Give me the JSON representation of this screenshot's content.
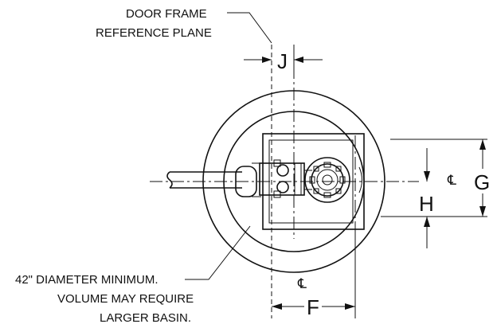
{
  "notes": {
    "door_frame_line1": "DOOR FRAME",
    "door_frame_line2": "REFERENCE PLANE",
    "basin_line1": "42\" DIAMETER MINIMUM.",
    "basin_line2": "VOLUME MAY REQUIRE",
    "basin_line3": "LARGER BASIN."
  },
  "dimensions": {
    "j": "J",
    "f": "F",
    "g": "G",
    "h": "H"
  },
  "centerline_symbols": {
    "right": "℄",
    "bottom": "℄"
  }
}
